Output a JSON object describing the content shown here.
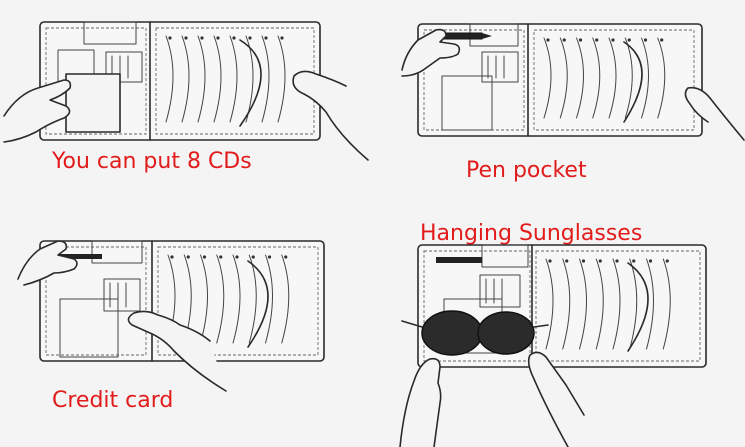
{
  "panels": [
    {
      "caption": "You can put 8 CDs",
      "scene": "cds"
    },
    {
      "caption": "Pen pocket",
      "scene": "pen"
    },
    {
      "caption": "Credit card",
      "scene": "card"
    },
    {
      "caption": "Hanging Sunglasses",
      "scene": "sunglasses"
    }
  ],
  "colors": {
    "caption": "#e21b1b",
    "line": "#2a2a2a",
    "background": "#f4f4f4"
  }
}
